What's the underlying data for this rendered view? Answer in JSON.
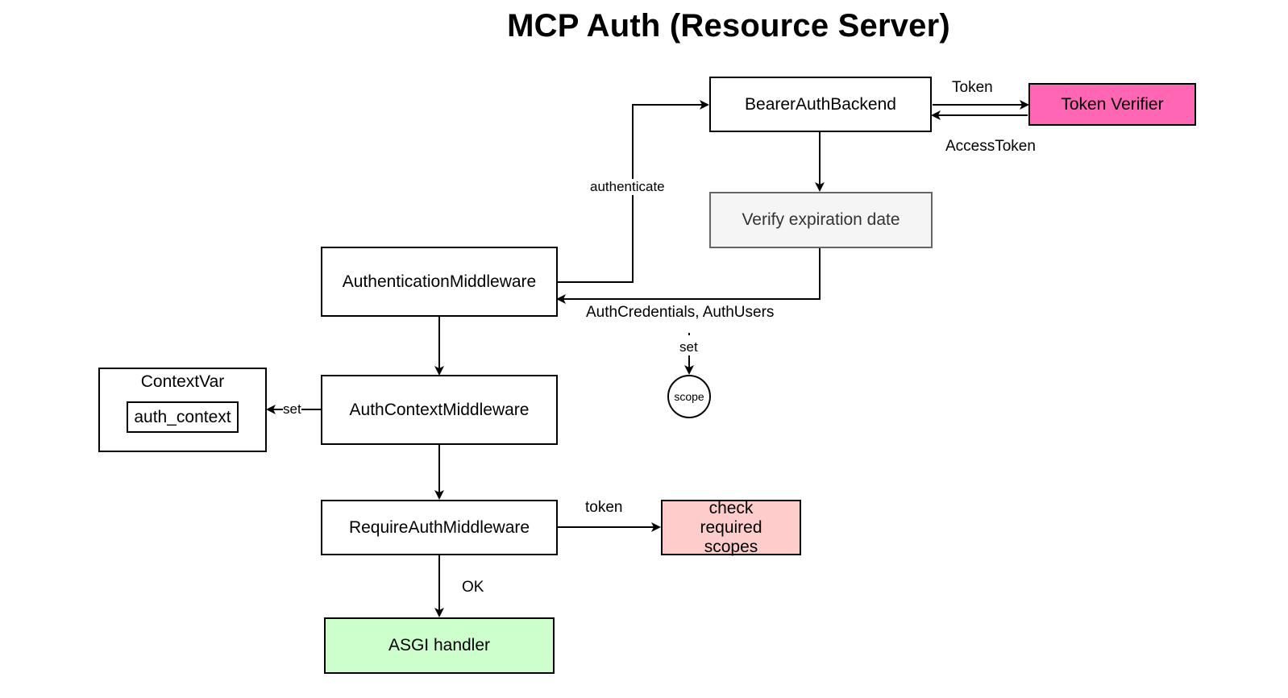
{
  "title": "MCP Auth (Resource Server)",
  "nodes": {
    "bearer_auth_backend": "BearerAuthBackend",
    "token_verifier": "Token Verifier",
    "verify_expiration": "Verify expiration date",
    "authentication_middleware": "AuthenticationMiddleware",
    "context_var": "ContextVar",
    "auth_context": "auth_context",
    "auth_context_middleware": "AuthContextMiddleware",
    "require_auth_middleware": "RequireAuthMiddleware",
    "check_required_scopes": "check required scopes",
    "asgi_handler": "ASGI handler",
    "scope": "scope"
  },
  "edge_labels": {
    "token": "Token",
    "access_token": "AccessToken",
    "authenticate": "authenticate",
    "auth_credentials": "AuthCredentials, AuthUsers",
    "set_scope": "set",
    "set_context": "set",
    "token_lower": "token",
    "ok": "OK"
  },
  "colors": {
    "token_verifier_fill": "#FF66B3",
    "verify_expiration_fill": "#F5F5F5",
    "verify_expiration_border": "#666666",
    "check_scopes_fill": "#FFCCCC",
    "asgi_handler_fill": "#CCFFCC"
  }
}
